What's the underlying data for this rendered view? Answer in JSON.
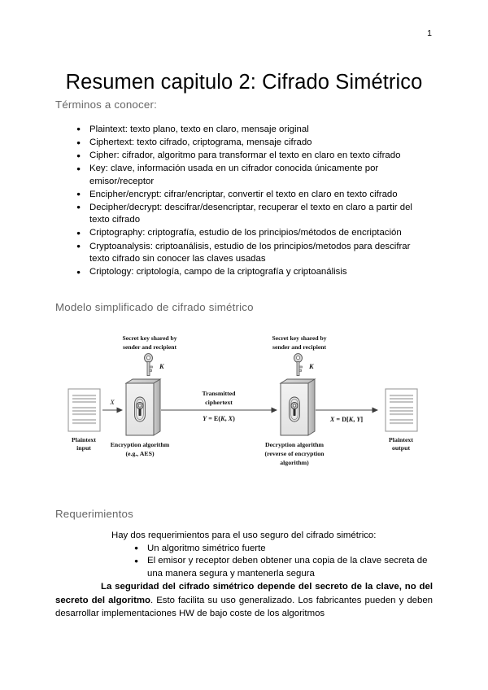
{
  "page": {
    "number": "1",
    "title": "Resumen capitulo 2: Cifrado Simétrico"
  },
  "sections": {
    "terminos": {
      "heading": "Términos a conocer:",
      "bullets": [
        "Plaintext: texto plano, texto en claro, mensaje original",
        "Ciphertext: texto cifrado, criptograma, mensaje cifrado",
        "Cipher: cifrador, algoritmo para transformar el texto en claro en texto cifrado",
        "Key: clave, información usada en un cifrador conocida únicamente por emisor/receptor",
        "Encipher/encrypt: cifrar/encriptar, convertir el texto en claro en texto cifrado",
        "Decipher/decrypt: descifrar/desencriptar, recuperar el texto en claro a partir del texto cifrado",
        "Criptography: criptografía, estudio de los principios/métodos de encriptación",
        "Cryptoanalysis: criptoanálisis, estudio de los principios/metodos para descifrar texto cifrado sin conocer las claves usadas",
        "Criptology: criptología, campo de la criptografía y criptoanálisis"
      ]
    },
    "modelo": {
      "heading": "Modelo simplificado de cifrado simétrico"
    },
    "requerimientos": {
      "heading": "Requerimientos",
      "intro": "Hay dos requerimientos para el uso seguro del cifrado simétrico:",
      "bullets": [
        "Un algoritmo simétrico fuerte",
        "El emisor y receptor deben obtener una copia de la clave secreta de una manera segura y mantenerla segura"
      ],
      "paragraph_bold": "La seguridad del cifrado simétrico depende del secreto de la clave, no del secreto del algoritmo",
      "paragraph_rest": ". Esto facilita su uso generalizado. Los fabricantes pueden y deben desarrollar implementaciones HW de bajo coste de los algoritmos"
    }
  },
  "figure": {
    "key_label_left_line1": "Secret key shared by",
    "key_label_left_line2": "sender and recipient",
    "key_label_right_line1": "Secret key shared by",
    "key_label_right_line2": "sender and recipient",
    "key_symbol_left": "K",
    "key_symbol_right": "K",
    "plaintext_input_line1": "Plaintext",
    "plaintext_input_line2": "input",
    "plaintext_output_line1": "Plaintext",
    "plaintext_output_line2": "output",
    "arrow_x_label": "X",
    "encryption_label_line1": "Encryption algorithm",
    "encryption_label_line2": "(e.g., AES)",
    "decryption_label_line1": "Decryption algorithm",
    "decryption_label_line2": "(reverse of encryption",
    "decryption_label_line3": "algorithm)",
    "transmitted_line1": "Transmitted",
    "transmitted_line2": "ciphertext",
    "transmitted_formula": "Y = E(K, X)",
    "output_formula": "X = D[K, Y]"
  }
}
